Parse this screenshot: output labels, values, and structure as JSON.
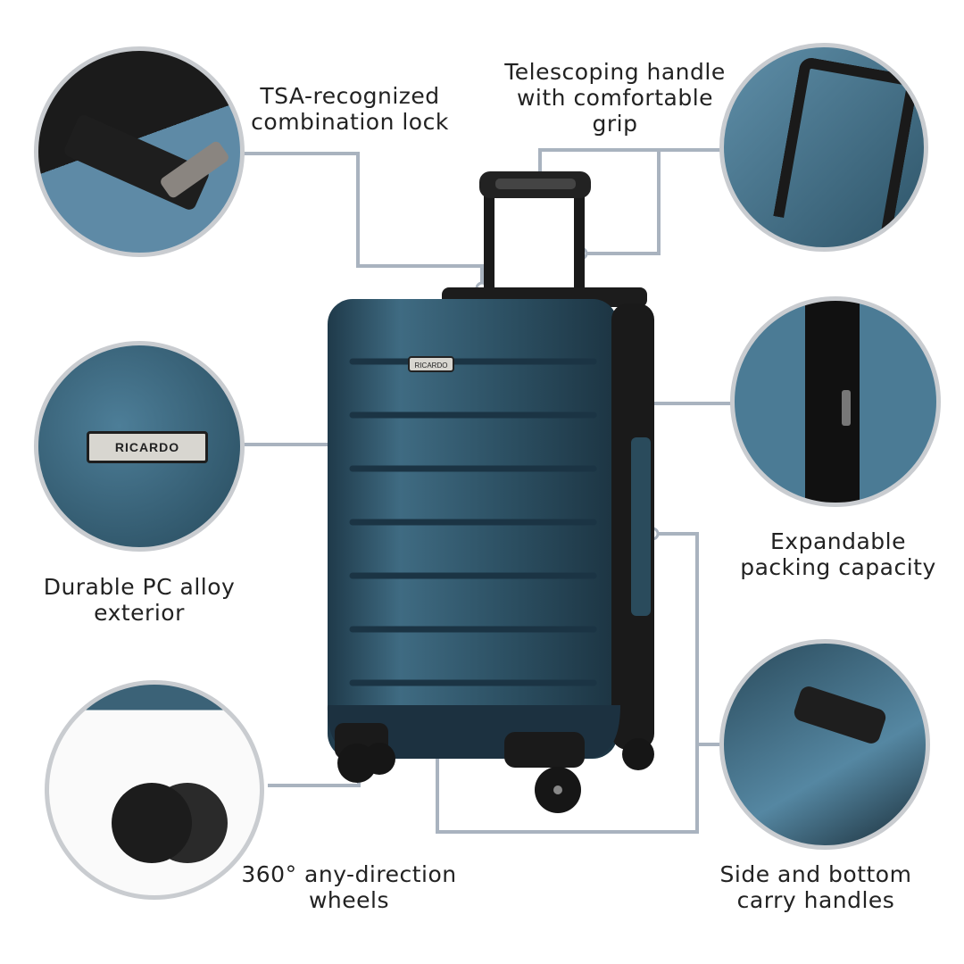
{
  "brand": "RICARDO",
  "colors": {
    "shell": "#2f5366",
    "shell_light": "#4f7d94",
    "connector": "#a9b3bf",
    "text": "#222222",
    "circle_border": "#c9ccd0",
    "badge_bg": "#d8d6d0"
  },
  "features": [
    {
      "id": "lock",
      "lines": [
        "TSA-recognized",
        "combination lock"
      ]
    },
    {
      "id": "handle",
      "lines": [
        "Telescoping handle",
        "with comfortable",
        "grip"
      ]
    },
    {
      "id": "exterior",
      "lines": [
        "Durable PC alloy",
        "exterior"
      ]
    },
    {
      "id": "expandable",
      "lines": [
        "Expandable",
        "packing capacity"
      ]
    },
    {
      "id": "wheels",
      "lines": [
        "360° any-direction",
        "wheels"
      ]
    },
    {
      "id": "carry",
      "lines": [
        "Side and bottom",
        "carry handles"
      ]
    }
  ],
  "icons": {
    "lock": "lock-icon",
    "handle": "telescoping-handle-icon",
    "exterior": "shell-texture-icon",
    "expandable": "zipper-icon",
    "wheels": "spinner-wheel-icon",
    "carry": "carry-handle-icon"
  }
}
